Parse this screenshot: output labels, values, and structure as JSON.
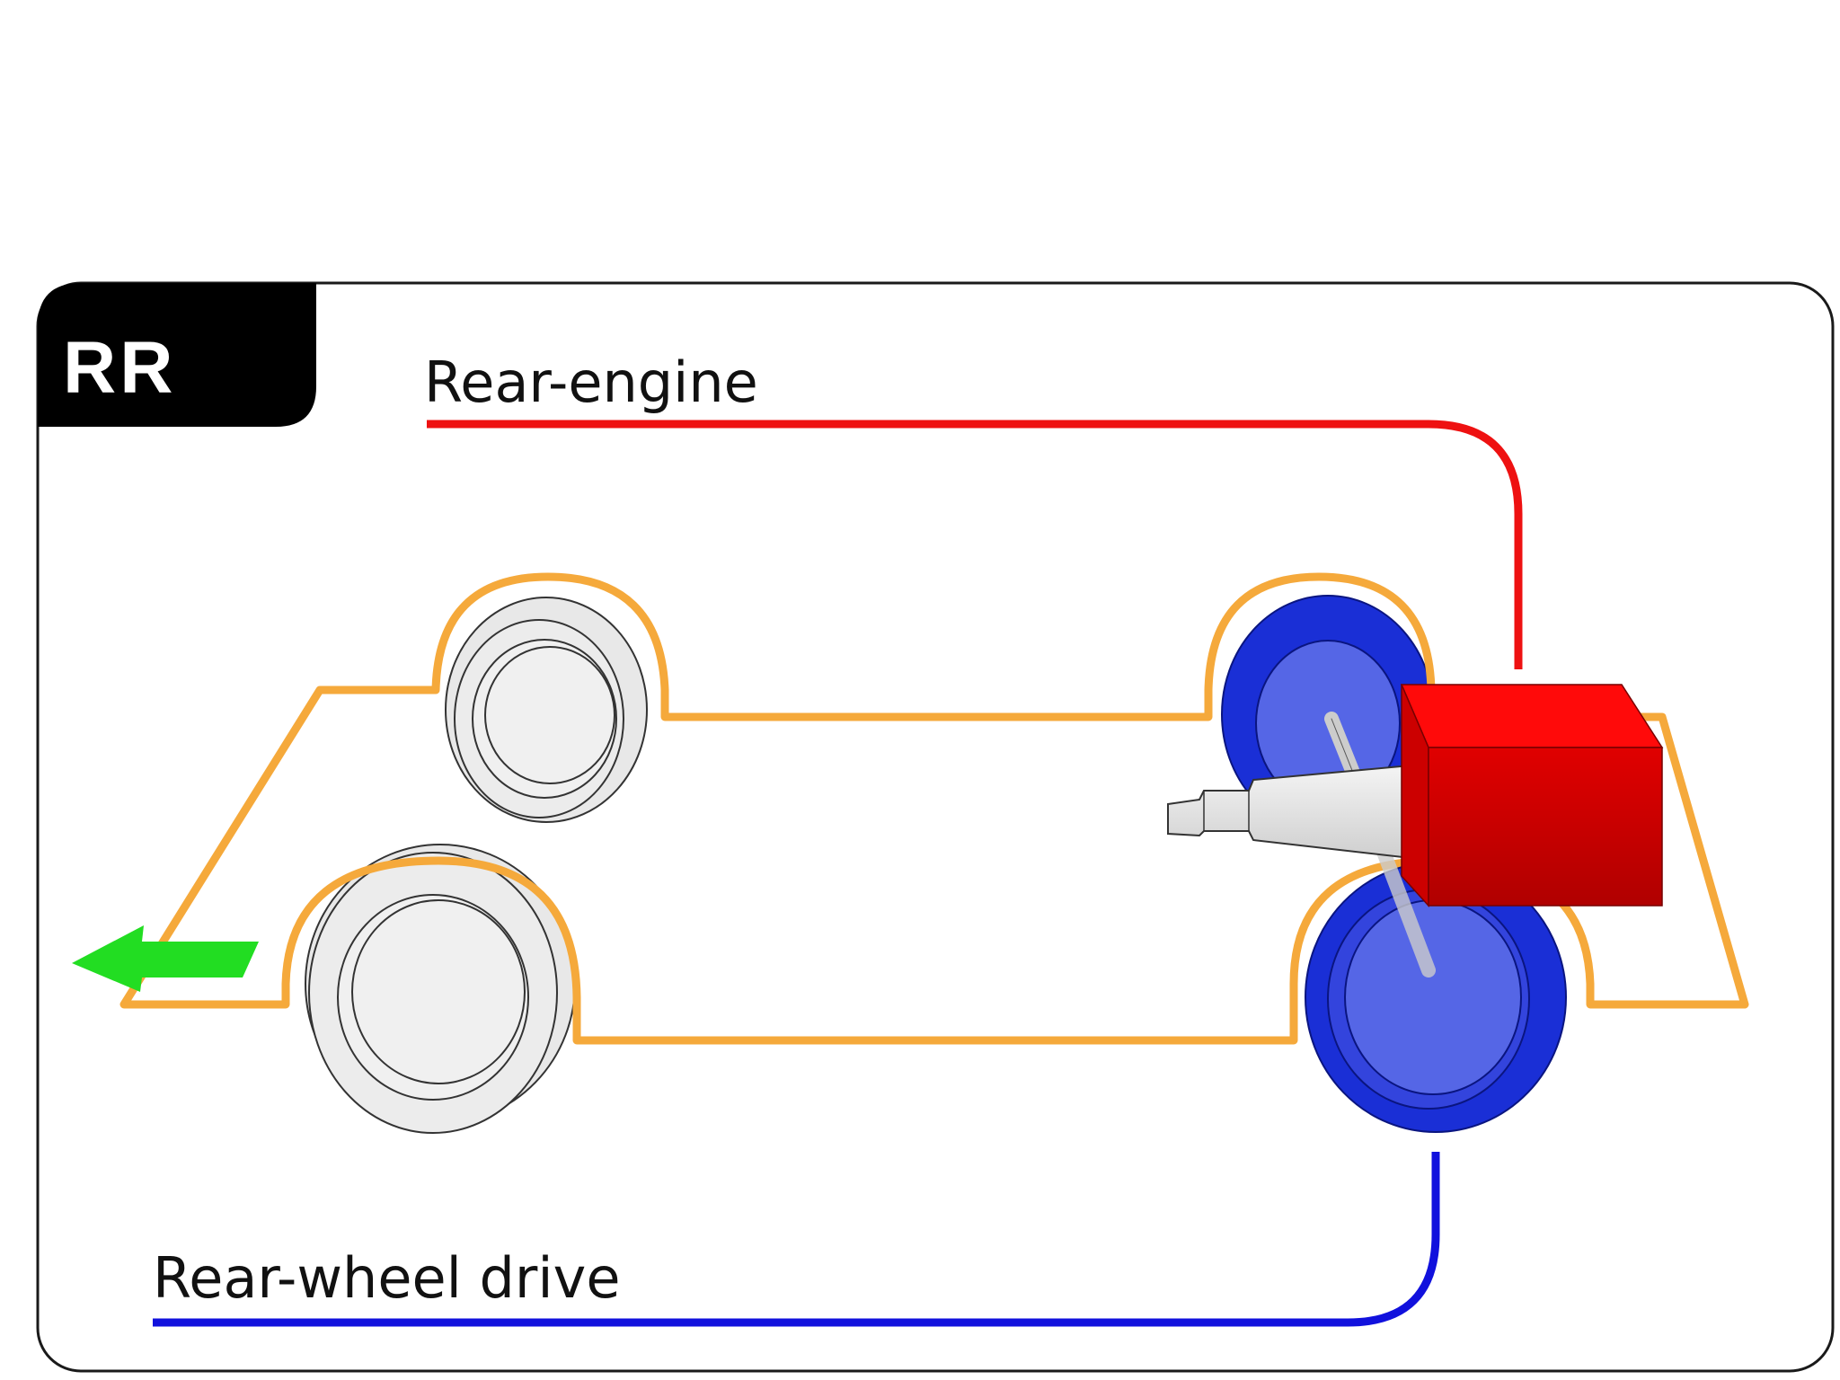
{
  "badge": {
    "text": "RR"
  },
  "labels": {
    "engine": "Rear-engine",
    "drive": "Rear-wheel drive"
  },
  "colors": {
    "frame": "#f5a93b",
    "engine_line": "#ee1111",
    "drive_line": "#1111dd",
    "engine_block": "#dd0000",
    "driven_wheel": "#1a2fd6",
    "driven_wheel_hub": "#5566e6",
    "idle_wheel": "#e8e8e8",
    "direction_arrow": "#22dd22"
  },
  "icons": {
    "direction": "arrow-left-icon"
  }
}
